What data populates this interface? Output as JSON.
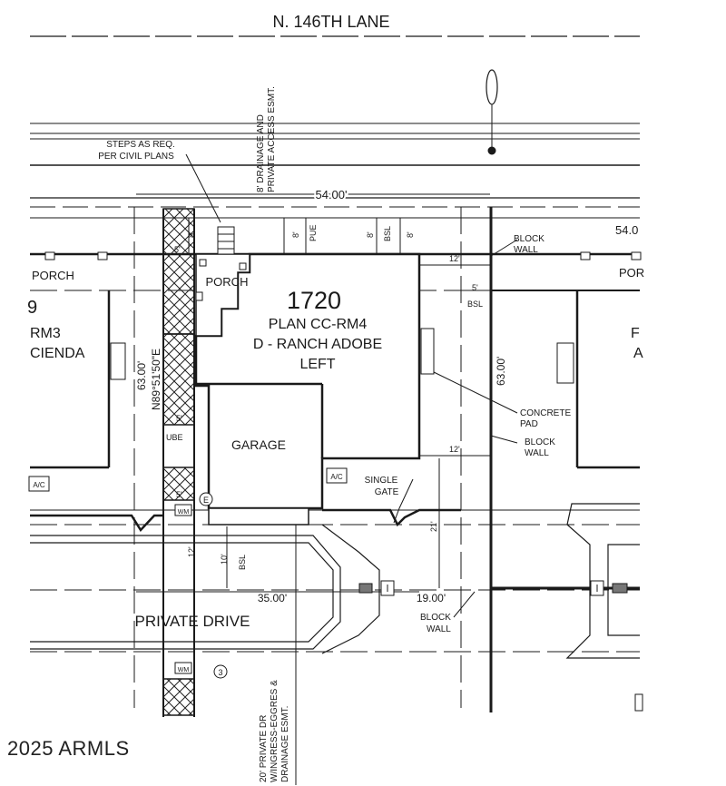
{
  "street": "N. 146TH LANE",
  "lot_number": "1720",
  "plan_name": "PLAN CC-RM4",
  "elevation": "D - RANCH ADOBE",
  "orientation": "LEFT",
  "labels": {
    "steps_line1": "STEPS AS REQ.",
    "steps_line2": "PER CIVIL PLANS",
    "drainage_line1": "8' DRAINAGE AND",
    "drainage_line2": "PRIVATE ACCESS ESMT.",
    "porch": "PORCH",
    "porch_left": "PORCH",
    "porch_right": "POR",
    "garage": "GARAGE",
    "ac": "A/C",
    "ac_left": "A/C",
    "block_wall": "BLOCK",
    "wall": "WALL",
    "concrete_line1": "CONCRETE",
    "concrete_line2": "PAD",
    "single_gate_line1": "SINGLE",
    "single_gate_line2": "GATE",
    "private_drive": "PRIVATE DRIVE",
    "pue": "PUE",
    "bsl": "BSL",
    "ube": "UBE",
    "ww": "WM",
    "bearing": "N89°51'50\"E",
    "neighbor_left_line1": "RM3",
    "neighbor_left_line2": "CIENDA",
    "neighbor_left_num": "9",
    "neighbor_right_letter": "F",
    "neighbor_right_letter2": "A",
    "private_dr_line1": "20' PRIVATE DR",
    "private_dr_line2": "W/INGRESS-EGGRES &",
    "private_dr_line3": "DRAINAGE ESMT.",
    "easement_e": "E",
    "easement_3": "3"
  },
  "dimensions": {
    "lot_width": "54.00'",
    "lot_width_right": "54.0",
    "lot_depth": "63.00'",
    "lot_depth_right": "63.00'",
    "drive_35": "35.00'",
    "drive_19": "19.00'",
    "setback_12_top": "12'",
    "setback_12_mid": "12'",
    "setback_12_left": "12'",
    "setback_5_bsl": "5'",
    "setback_5_left": "5'",
    "setback_5_mid": "5'",
    "setback_5_low": "5'",
    "setback_8a": "8'",
    "setback_8b": "8'",
    "setback_8c": "8'",
    "setback_8d": "8'",
    "setback_10": "10'",
    "setback_21": "21'"
  },
  "footer": "2025 ARMLS",
  "colors": {
    "line": "#1a1a1a",
    "hatch": "#222222",
    "gray_box": "#777777"
  }
}
